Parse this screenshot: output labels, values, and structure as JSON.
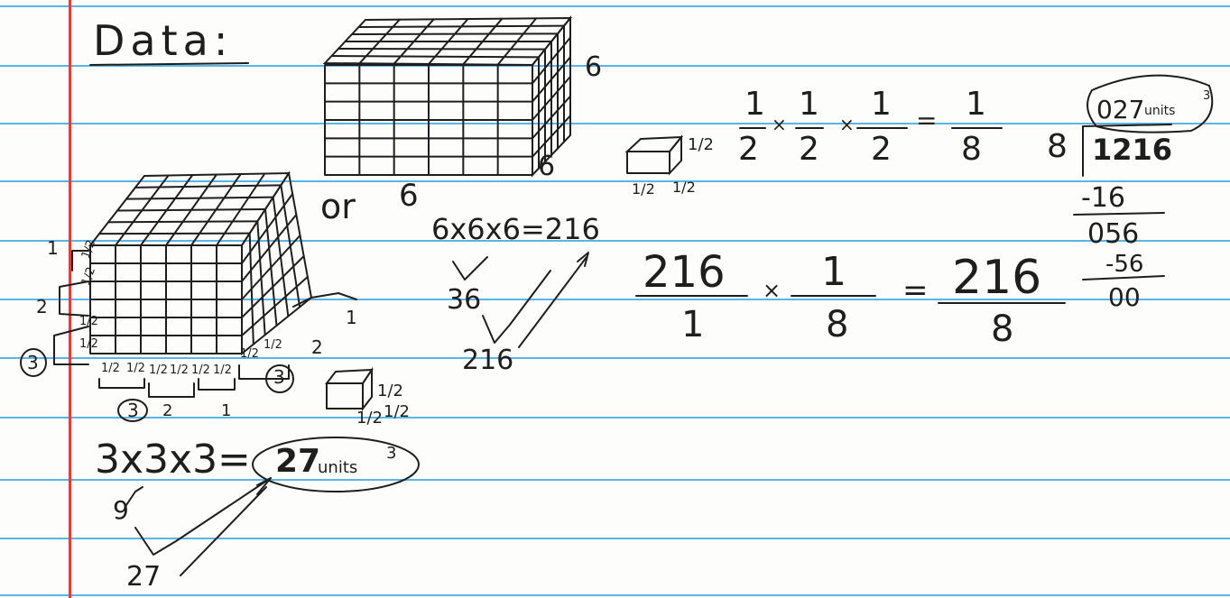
{
  "heading": "Data:",
  "large_cube_labels": {
    "height": "6",
    "depth": "6",
    "width": "6"
  },
  "or_word": "or",
  "small_cube_edge_labels": {
    "left_top": "1",
    "left_mid": "2",
    "left_bottom": "3",
    "halves": [
      "1/2",
      "1/2",
      "1/2",
      "1/2",
      "1/2",
      "1/2",
      "1/2",
      "1/2",
      "1/2",
      "1/2",
      "1/2",
      "1/2"
    ],
    "bottom_circled": "3",
    "bottom_two": "2",
    "bottom_one": "1",
    "right_circled": "3",
    "right_two": "2",
    "right_one": "1"
  },
  "mini_cube_labels": [
    "1/2",
    "1/2",
    "1/2"
  ],
  "equation_small": "3x3x3=",
  "equation_small_answer": "27",
  "equation_small_unit": "units",
  "equation_small_exponent": "3",
  "small_steps": [
    "9",
    "27"
  ],
  "equation_large": "6x6x6=216",
  "large_steps": [
    "36",
    "216"
  ],
  "top_cube_labels": [
    "1/2",
    "1/2",
    "1/2"
  ],
  "fraction_product": {
    "terms": [
      {
        "num": "1",
        "den": "2"
      },
      {
        "num": "1",
        "den": "2"
      },
      {
        "num": "1",
        "den": "2"
      }
    ],
    "result": {
      "num": "1",
      "den": "8"
    }
  },
  "fraction_multiply": {
    "a": {
      "num": "216",
      "den": "1"
    },
    "b": {
      "num": "1",
      "den": "8"
    },
    "result": {
      "num": "216",
      "den": "8"
    }
  },
  "long_division": {
    "divisor": "8",
    "dividend": "1216",
    "quotient": "027",
    "quotient_unit": "units",
    "quotient_exponent": "3",
    "step1": "-16",
    "step2": "056",
    "step3": "-56",
    "remainder": "00"
  }
}
